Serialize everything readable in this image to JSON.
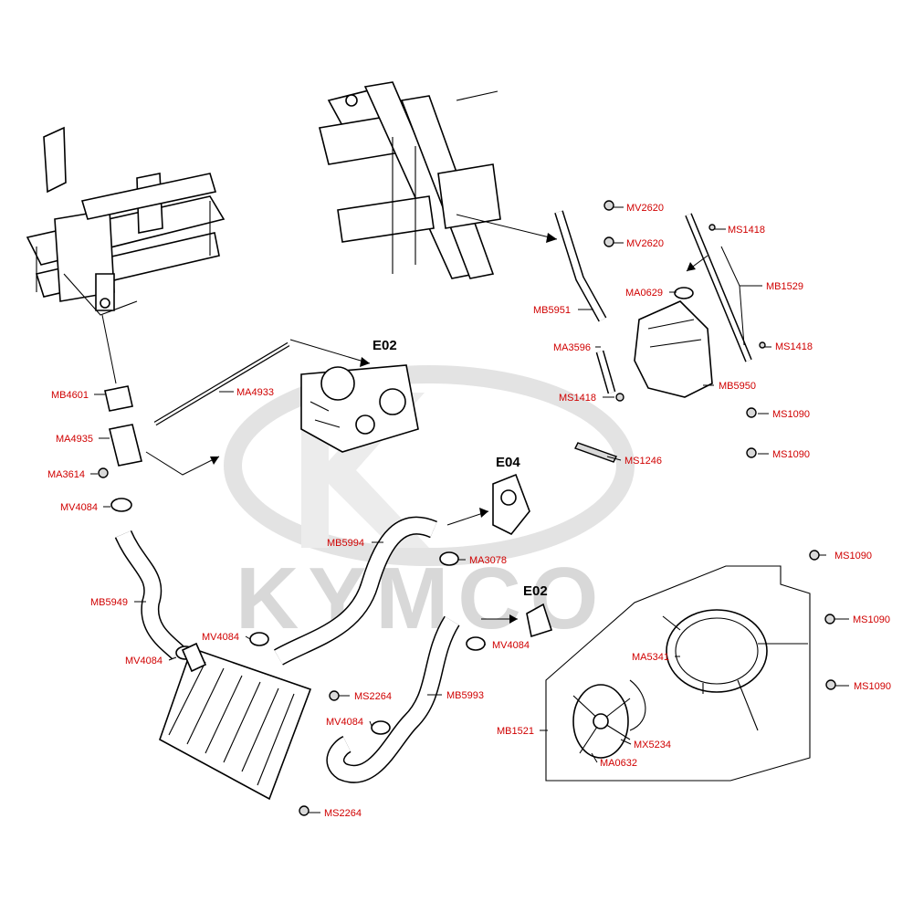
{
  "watermark": {
    "text": "KYMCO"
  },
  "section_refs": [
    {
      "id": "ref-e02-upper",
      "text": "E02"
    },
    {
      "id": "ref-e04",
      "text": "E04"
    },
    {
      "id": "ref-e02-lower",
      "text": "E02"
    }
  ],
  "callouts": [
    {
      "id": "MV2620-a",
      "label": "MV2620"
    },
    {
      "id": "MV2620-b",
      "label": "MV2620"
    },
    {
      "id": "MS1418-a",
      "label": "MS1418"
    },
    {
      "id": "MB1529",
      "label": "MB1529"
    },
    {
      "id": "MA0629",
      "label": "MA0629"
    },
    {
      "id": "MB5951",
      "label": "MB5951"
    },
    {
      "id": "MS1418-b",
      "label": "MS1418"
    },
    {
      "id": "MA3596",
      "label": "MA3596"
    },
    {
      "id": "MB5950",
      "label": "MB5950"
    },
    {
      "id": "MS1418-c",
      "label": "MS1418"
    },
    {
      "id": "MS1090-a",
      "label": "MS1090"
    },
    {
      "id": "MS1090-b",
      "label": "MS1090"
    },
    {
      "id": "MS1246",
      "label": "MS1246"
    },
    {
      "id": "MB4601",
      "label": "MB4601"
    },
    {
      "id": "MA4933",
      "label": "MA4933"
    },
    {
      "id": "MA4935",
      "label": "MA4935"
    },
    {
      "id": "MA3614",
      "label": "MA3614"
    },
    {
      "id": "MV4084-a",
      "label": "MV4084"
    },
    {
      "id": "MB5994",
      "label": "MB5994"
    },
    {
      "id": "MA3078",
      "label": "MA3078"
    },
    {
      "id": "MB5949",
      "label": "MB5949"
    },
    {
      "id": "MV4084-b",
      "label": "MV4084"
    },
    {
      "id": "MV4084-c",
      "label": "MV4084"
    },
    {
      "id": "MV4084-d",
      "label": "MV4084"
    },
    {
      "id": "MS1090-c",
      "label": "MS1090"
    },
    {
      "id": "MS1090-d",
      "label": "MS1090"
    },
    {
      "id": "MS1090-e",
      "label": "MS1090"
    },
    {
      "id": "MA5341",
      "label": "MA5341"
    },
    {
      "id": "MS2264-a",
      "label": "MS2264"
    },
    {
      "id": "MB5993",
      "label": "MB5993"
    },
    {
      "id": "MV4084-e",
      "label": "MV4084"
    },
    {
      "id": "MB1521",
      "label": "MB1521"
    },
    {
      "id": "MX5234",
      "label": "MX5234"
    },
    {
      "id": "MA0632",
      "label": "MA0632"
    },
    {
      "id": "MS2264-b",
      "label": "MS2264"
    }
  ]
}
